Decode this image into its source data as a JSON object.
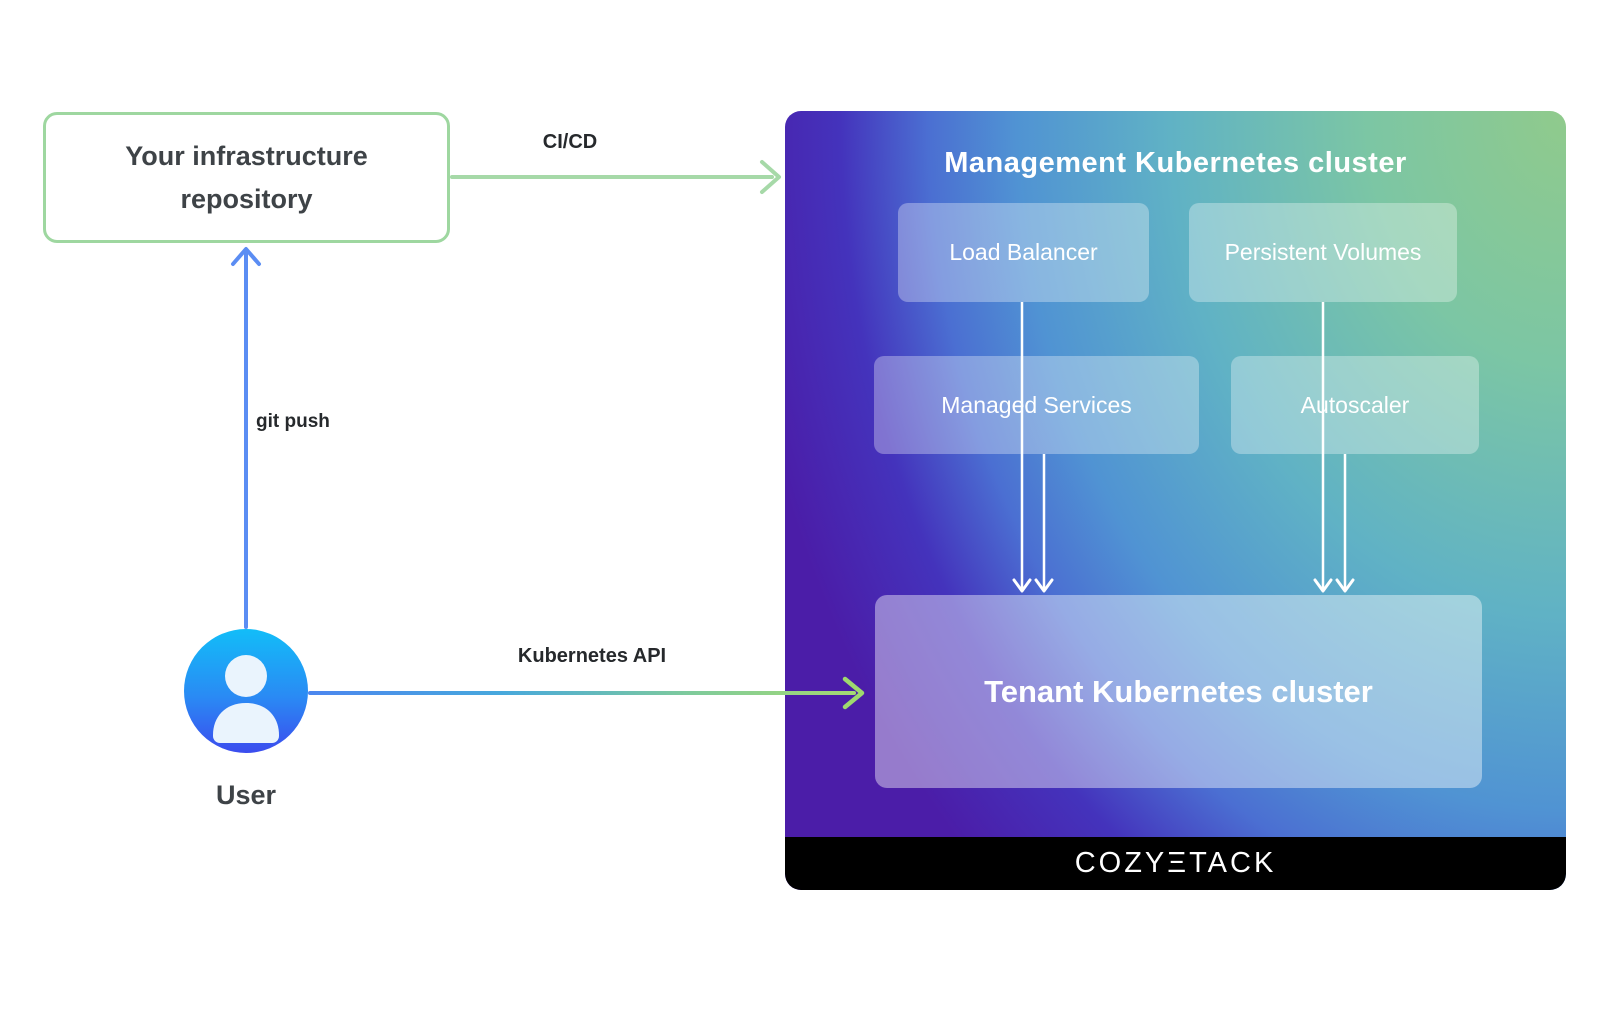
{
  "repo": {
    "label": "Your infrastructure repository"
  },
  "user": {
    "label": "User"
  },
  "edges": {
    "cicd_label": "CI/CD",
    "git_push_label": "git push",
    "k8s_api_label": "Kubernetes API"
  },
  "cluster": {
    "title": "Management Kubernetes cluster",
    "boxes": {
      "load_balancer": "Load Balancer",
      "persistent_volumes": "Persistent Volumes",
      "managed_services": "Managed Services",
      "autoscaler": "Autoscaler"
    },
    "tenant_label": "Tenant Kubernetes cluster",
    "brand_logo": "COZYΞTACK"
  },
  "colors": {
    "edge_green": "#a6d9a8",
    "edge_green_bright": "#9ed96e",
    "edge_blue": "#5b8df3",
    "repo_border_green": "#9ed7a0",
    "panel_purple": "#4b1da8",
    "panel_indigo": "#4433bc",
    "panel_blue": "#5093d3",
    "panel_teal": "#60b2c5",
    "panel_green": "#90ca8c",
    "translucent_box": "rgba(255,255,255,0.32)",
    "avatar_top": "#12bdf8",
    "avatar_bottom": "#3b4cee",
    "brand_bar_bg": "#000000",
    "text_dark": "#3e4347",
    "text_white": "#ffffff"
  }
}
